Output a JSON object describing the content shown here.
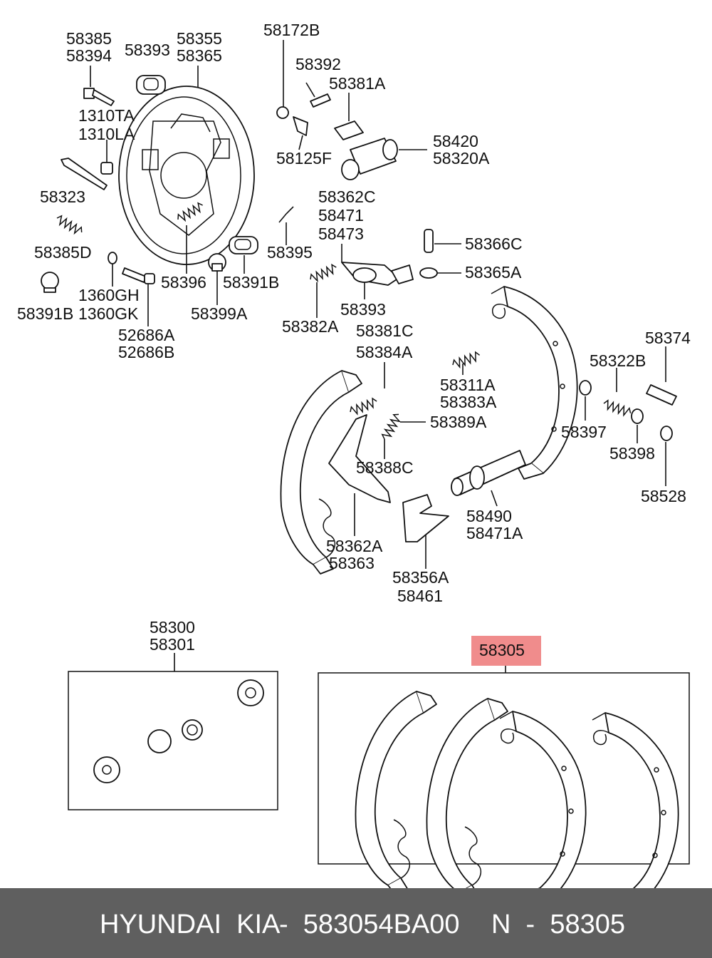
{
  "labels": {
    "l58385": "58385",
    "l58394": "58394",
    "l58393a": "58393",
    "l58355": "58355",
    "l58365": "58365",
    "l58172B": "58172B",
    "l58392": "58392",
    "l58381A": "58381A",
    "l1310TA": "1310TA",
    "l1310LA": "1310LA",
    "l58125F": "58125F",
    "l58420": "58420",
    "l58320A": "58320A",
    "l58323": "58323",
    "l58362C": "58362C",
    "l58471": "58471",
    "l58473": "58473",
    "l58366C": "58366C",
    "l58385D": "58385D",
    "l58395": "58395",
    "l58365A": "58365A",
    "l1360GH": "1360GH",
    "l1360GK": "1360GK",
    "l58396": "58396",
    "l58391Ba": "58391B",
    "l58391Bb": "58391B",
    "l58399A": "58399A",
    "l58393b": "58393",
    "l58382A": "58382A",
    "l52686A": "52686A",
    "l52686B": "52686B",
    "l58381C": "58381C",
    "l58384A": "58384A",
    "l58311A": "58311A",
    "l58383A": "58383A",
    "l58374": "58374",
    "l58322B": "58322B",
    "l58389A": "58389A",
    "l58397": "58397",
    "l58388C": "58388C",
    "l58398": "58398",
    "l58490": "58490",
    "l58471A": "58471A",
    "l58528": "58528",
    "l58362A": "58362A",
    "l58363": "58363",
    "l58356A": "58356A",
    "l58461": "58461",
    "l58300": "58300",
    "l58301": "58301",
    "l58305": "58305"
  },
  "highlight_color": "#f08c8c",
  "footer": {
    "brand": "HYUNDAI  KIA",
    "part_number": "-  583054BA00",
    "ref": "N  -  58305"
  }
}
